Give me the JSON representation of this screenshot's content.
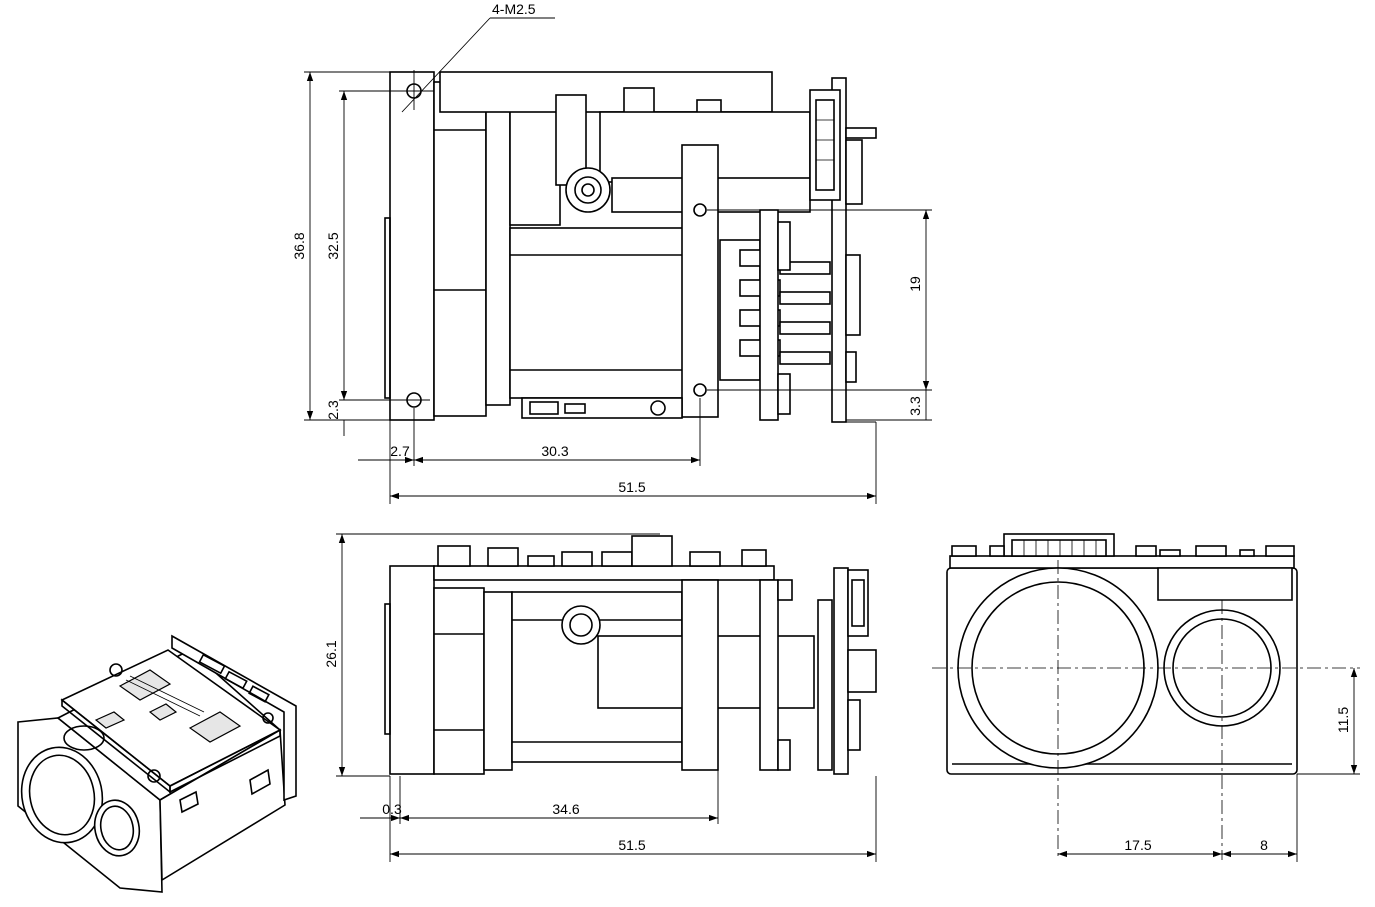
{
  "labels": {
    "thread": "4-M2.5",
    "top_height_total": "36.8",
    "top_height_holes": "32.5",
    "top_height_offset": "2.3",
    "top_right_span": "19",
    "top_right_offset": "3.3",
    "top_left_offset": "2.7",
    "top_hole_span": "30.3",
    "top_total_length": "51.5",
    "side_height": "26.1",
    "side_left_offset": "0.3",
    "side_center_span": "34.6",
    "side_total_length": "51.5",
    "front_lens_height": "11.5",
    "front_lens_span": "17.5",
    "front_right_offset": "8"
  }
}
